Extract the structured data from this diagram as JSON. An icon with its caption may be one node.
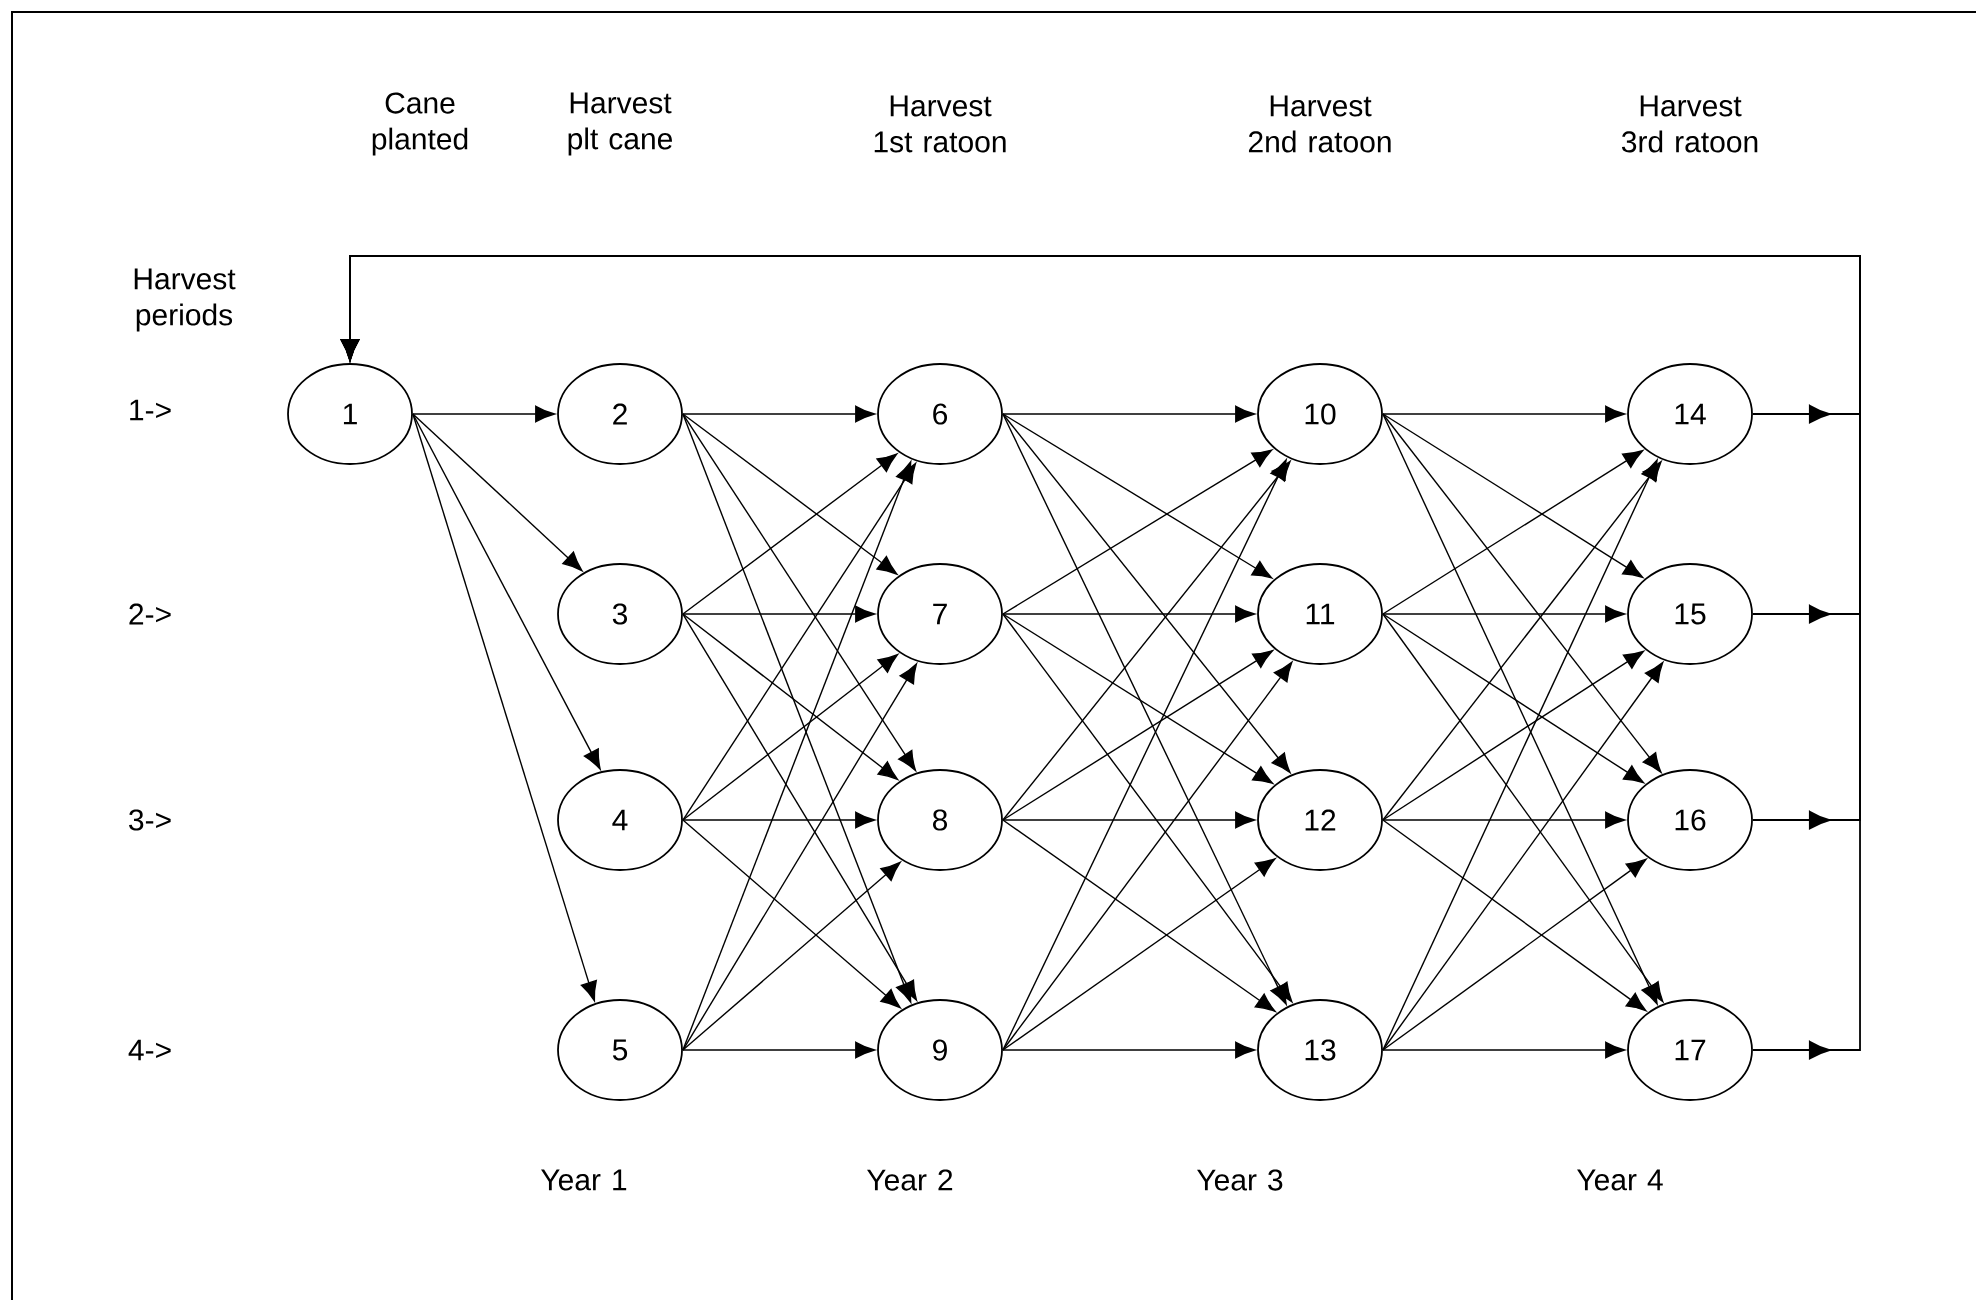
{
  "diagram": {
    "nodes": [
      {
        "text": [
          "1"
        ]
      },
      {
        "text": [
          "2"
        ]
      },
      {
        "text": [
          "3"
        ]
      },
      {
        "text": [
          "4"
        ]
      },
      {
        "text": [
          "5"
        ]
      },
      {
        "text": [
          "6"
        ]
      },
      {
        "text": [
          "7"
        ]
      },
      {
        "text": [
          "8"
        ]
      },
      {
        "text": [
          "9"
        ]
      },
      {
        "text": [
          "10"
        ]
      },
      {
        "text": [
          "11"
        ]
      },
      {
        "text": [
          "12"
        ]
      },
      {
        "text": [
          "13"
        ]
      },
      {
        "text": [
          "14"
        ]
      },
      {
        "text": [
          "15"
        ]
      },
      {
        "text": [
          "16"
        ]
      },
      {
        "text": [
          "17"
        ]
      }
    ],
    "edges": [
      {
        "from": 0,
        "to": 1,
        "arrow": "to"
      },
      {
        "from": 0,
        "to": 2,
        "arrow": "to"
      },
      {
        "from": 0,
        "to": 3,
        "arrow": "to"
      },
      {
        "from": 0,
        "to": 4,
        "arrow": "to"
      },
      {
        "from": 1,
        "to": 5,
        "arrow": "to"
      },
      {
        "from": 1,
        "to": 6,
        "arrow": "to"
      },
      {
        "from": 1,
        "to": 7,
        "arrow": "to"
      },
      {
        "from": 1,
        "to": 8,
        "arrow": "to"
      },
      {
        "from": 2,
        "to": 5,
        "arrow": "to"
      },
      {
        "from": 2,
        "to": 6,
        "arrow": "to"
      },
      {
        "from": 2,
        "to": 7,
        "arrow": "to"
      },
      {
        "from": 2,
        "to": 8,
        "arrow": "to"
      },
      {
        "from": 3,
        "to": 5,
        "arrow": "to"
      },
      {
        "from": 3,
        "to": 6,
        "arrow": "to"
      },
      {
        "from": 3,
        "to": 7,
        "arrow": "to"
      },
      {
        "from": 3,
        "to": 8,
        "arrow": "to"
      },
      {
        "from": 4,
        "to": 5,
        "arrow": "to"
      },
      {
        "from": 4,
        "to": 6,
        "arrow": "to"
      },
      {
        "from": 4,
        "to": 7,
        "arrow": "to"
      },
      {
        "from": 4,
        "to": 8,
        "arrow": "to"
      },
      {
        "from": 5,
        "to": 9,
        "arrow": "to"
      },
      {
        "from": 5,
        "to": 10,
        "arrow": "to"
      },
      {
        "from": 5,
        "to": 11,
        "arrow": "to"
      },
      {
        "from": 5,
        "to": 12,
        "arrow": "to"
      },
      {
        "from": 6,
        "to": 9,
        "arrow": "to"
      },
      {
        "from": 6,
        "to": 10,
        "arrow": "to"
      },
      {
        "from": 6,
        "to": 11,
        "arrow": "to"
      },
      {
        "from": 6,
        "to": 12,
        "arrow": "to"
      },
      {
        "from": 7,
        "to": 9,
        "arrow": "to"
      },
      {
        "from": 7,
        "to": 10,
        "arrow": "to"
      },
      {
        "from": 7,
        "to": 11,
        "arrow": "to"
      },
      {
        "from": 7,
        "to": 12,
        "arrow": "to"
      },
      {
        "from": 8,
        "to": 9,
        "arrow": "to"
      },
      {
        "from": 8,
        "to": 10,
        "arrow": "to"
      },
      {
        "from": 8,
        "to": 11,
        "arrow": "to"
      },
      {
        "from": 8,
        "to": 12,
        "arrow": "to"
      },
      {
        "from": 9,
        "to": 13,
        "arrow": "to"
      },
      {
        "from": 9,
        "to": 14,
        "arrow": "to"
      },
      {
        "from": 9,
        "to": 15,
        "arrow": "to"
      },
      {
        "from": 9,
        "to": 16,
        "arrow": "to"
      },
      {
        "from": 10,
        "to": 13,
        "arrow": "to"
      },
      {
        "from": 10,
        "to": 14,
        "arrow": "to"
      },
      {
        "from": 10,
        "to": 15,
        "arrow": "to"
      },
      {
        "from": 10,
        "to": 16,
        "arrow": "to"
      },
      {
        "from": 11,
        "to": 13,
        "arrow": "to"
      },
      {
        "from": 11,
        "to": 14,
        "arrow": "to"
      },
      {
        "from": 11,
        "to": 15,
        "arrow": "to"
      },
      {
        "from": 11,
        "to": 16,
        "arrow": "to"
      },
      {
        "from": 12,
        "to": 13,
        "arrow": "to"
      },
      {
        "from": 12,
        "to": 14,
        "arrow": "to"
      },
      {
        "from": 12,
        "to": 15,
        "arrow": "to"
      },
      {
        "from": 12,
        "to": 16,
        "arrow": "to"
      },
      {
        "from": 13,
        "to": 0,
        "arrow": "to"
      },
      {
        "from": 14,
        "to": 0,
        "arrow": "to"
      },
      {
        "from": 15,
        "to": 0,
        "arrow": "to"
      },
      {
        "from": 16,
        "to": 0,
        "arrow": "to"
      }
    ],
    "labels": [
      "Cane planted",
      "Harvest plt cane",
      "Harvest 1st ratoon",
      "Harvest 2nd ratoon",
      "Harvest 3rd ratoon",
      "Harvest periods",
      "1->",
      "2->",
      "3->",
      "4->",
      "Year 1",
      "Year 2",
      "Year 3",
      "Year 4"
    ]
  }
}
